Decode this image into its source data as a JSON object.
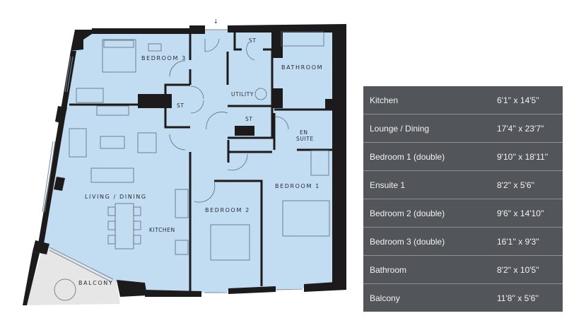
{
  "floorplan": {
    "entrance_arrow": "↓",
    "labels": {
      "bedroom3": "BEDROOM 3",
      "bathroom": "BATHROOM",
      "utility": "UTILITY",
      "st_top": "ST",
      "st_left": "ST",
      "st_mid": "ST",
      "en": "EN",
      "suite": "SUITE",
      "bedroom1": "BEDROOM 1",
      "living": "LIVING / DINING",
      "bedroom2": "BEDROOM 2",
      "kitchen": "KITCHEN",
      "balcony": "BALCONY"
    },
    "colors": {
      "room_fill": "#c2dcf2",
      "balcony_fill": "#e6e6e6",
      "wall": "#1c1a1a"
    }
  },
  "rooms_table": {
    "rows": [
      {
        "name": "Kitchen",
        "dims": "6'1'' x 14'5''"
      },
      {
        "name": "Lounge / Dining",
        "dims": "17'4'' x 23'7''"
      },
      {
        "name": "Bedroom 1 (double)",
        "dims": "9'10'' x 18'11''"
      },
      {
        "name": "Ensuite 1",
        "dims": "8'2'' x 5'6''"
      },
      {
        "name": "Bedroom 2 (double)",
        "dims": "9'6'' x 14'10''"
      },
      {
        "name": "Bedroom 3 (double)",
        "dims": "16'1'' x 9'3''"
      },
      {
        "name": "Bathroom",
        "dims": "8'2'' x 10'5''"
      },
      {
        "name": "Balcony",
        "dims": "11'8'' x 5'6''"
      }
    ],
    "colors": {
      "background": "#52565b",
      "text": "#f2f2f2",
      "divider": "#8d9196"
    }
  }
}
